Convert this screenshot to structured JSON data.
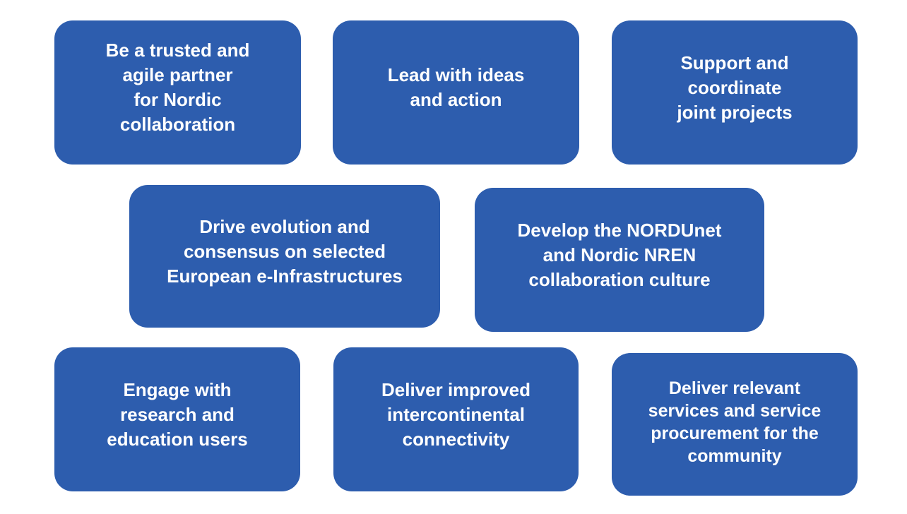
{
  "colors": {
    "box_blue": "#2d5dae",
    "text_white": "#ffffff",
    "background": "#ffffff"
  },
  "boxes": [
    {
      "name": "trusted-partner",
      "text": "Be a trusted and\nagile partner\nfor Nordic\ncollaboration"
    },
    {
      "name": "lead-ideas-action",
      "text": "Lead with ideas\nand action"
    },
    {
      "name": "support-coordinate",
      "text": "Support and\ncoordinate\njoint projects"
    },
    {
      "name": "drive-evolution",
      "text": "Drive evolution and\nconsensus on selected\nEuropean e-Infrastructures"
    },
    {
      "name": "develop-culture",
      "text": "Develop the NORDUnet\nand Nordic NREN\ncollaboration culture"
    },
    {
      "name": "engage-users",
      "text": "Engage with\nresearch and\neducation users"
    },
    {
      "name": "deliver-connectivity",
      "text": "Deliver improved\nintercontinental\nconnectivity"
    },
    {
      "name": "deliver-services",
      "text": "Deliver relevant\nservices and service\nprocurement for the\ncommunity"
    }
  ]
}
